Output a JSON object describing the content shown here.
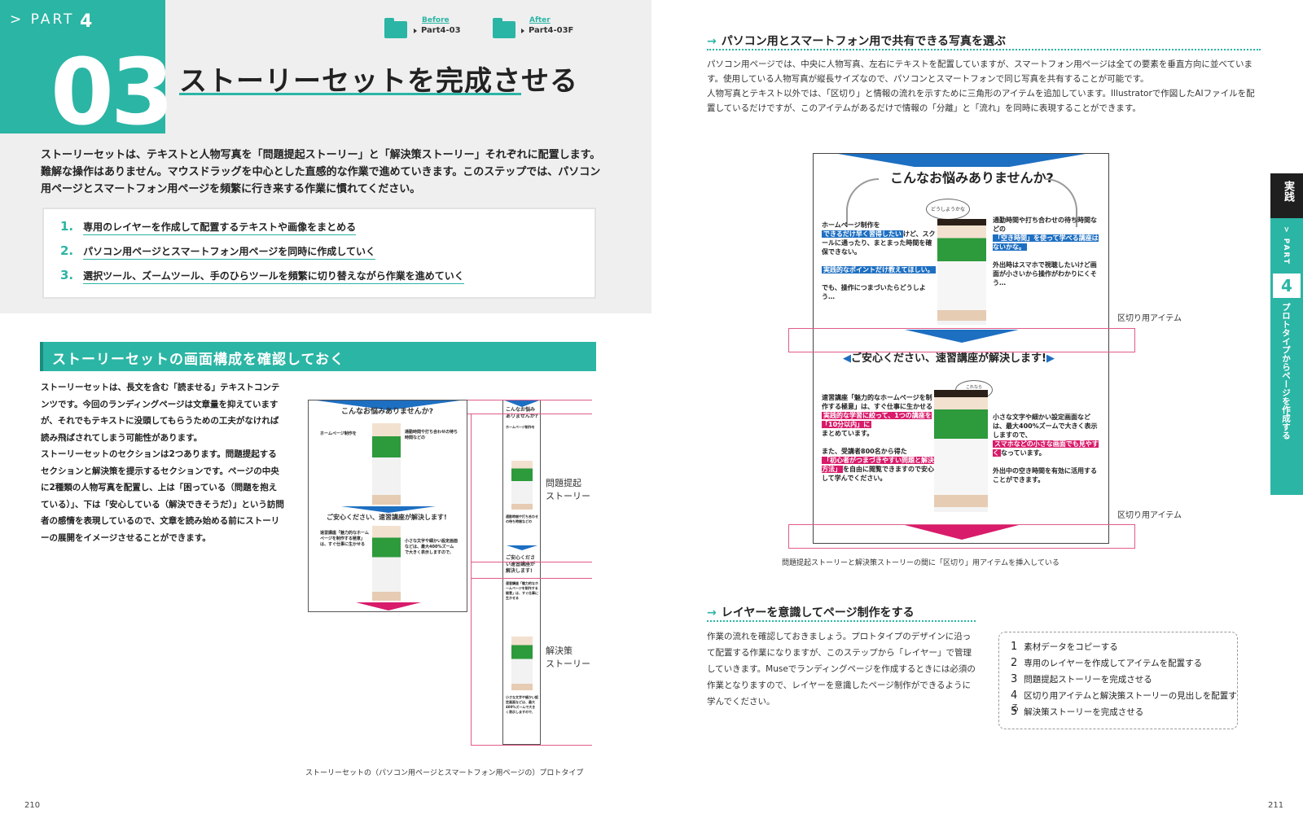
{
  "left_page": {
    "part_label": "> PART",
    "part_number": "4",
    "chapter_number": "03",
    "chapter_title": "ストーリーセットを完成させる",
    "before": {
      "tag": "Before",
      "file": "Part4-03"
    },
    "after": {
      "tag": "After",
      "file": "Part4-03F"
    },
    "intro": "ストーリーセットは、テキストと人物写真を「問題提起ストーリー」と「解決策ストーリー」それぞれに配置します。難解な操作はありません。マウスドラッグを中心とした直感的な作業で進めていきます。このステップでは、パソコン用ページとスマートフォン用ページを頻繁に行き来する作業に慣れてください。",
    "steps": [
      {
        "num": "1.",
        "text": "専用のレイヤーを作成して配置するテキストや画像をまとめる"
      },
      {
        "num": "2.",
        "text": "パソコン用ページとスマートフォン用ページを同時に作成していく"
      },
      {
        "num": "3.",
        "text": "選択ツール、ズームツール、手のひらツールを頻繁に切り替えながら作業を進めていく"
      }
    ],
    "section_heading": "ストーリーセットの画面構成を確認しておく",
    "body": "ストーリーセットは、長文を含む「読ませる」テキストコンテンツです。今回のランディングページは文章量を抑えていますが、それでもテキストに没頭してもらうための工夫がなければ読み飛ばされてしまう可能性があります。\nストーリーセットのセクションは2つあります。問題提起するセクションと解決策を提示するセクションです。ページの中央に2種類の人物写真を配置し、上は「困っている（問題を抱えている）」、下は「安心している（解決できそうだ）」という訪問者の感情を表現しているので、文章を読み始める前にストーリーの展開をイメージさせることができます。",
    "label_problem": "問題提起\nストーリー",
    "label_solution": "解決策\nストーリー",
    "caption": "ストーリーセットの（パソコン用ページとスマートフォン用ページの）プロトタイプ",
    "page_number": "210"
  },
  "mockup": {
    "headline1": "こんなお悩みありませんか?",
    "headline2": "ご安心ください、速習講座が解決します!",
    "bubble1": "どうしようかな",
    "bubble2": "これなら\n理解できそう!",
    "left_text1a": "ホームページ制作を",
    "left_text1_hl": "できるだけ早く習得したい",
    "left_text1b": "けど、スクールに通ったり、まとまった時間を確保できない。",
    "left_text2_hl": "実践的なポイントだけ教えてほしい。",
    "left_text3": "でも、操作につまづいたらどうしよう…",
    "right_text1": "通勤時間や打ち合わせの待ち時間などの",
    "right_text1_hl": "「空き時間」を使って学べる講座はないかな。",
    "right_text2": "外出時はスマホで視聴したいけど画面が小さいから操作がわかりにくそう…",
    "sol_left1": "速習講座「魅力的なホームページを制作する極意」は、すぐ仕事に生かせる",
    "sol_left1_hl": "実践的な学習に絞って、1つの講座を「10分以内」に",
    "sol_left1b": "まとめています。",
    "sol_left2": "また、受講者800名から得た",
    "sol_left2_hl": "「初心者がつまづきやすい問題と解決方法」",
    "sol_left2b": "を自由に閲覧できますので安心して学んでください。",
    "sol_right1": "小さな文字や細かい設定画面などは、最大400%ズームで大きく表示しますので、",
    "sol_right1_hl": "スマホなどの小さな画面でも見やすく",
    "sol_right1b": "なっています。",
    "sol_right2": "外出中の空き時間を有効に活用することができます。",
    "sp_headline1": "こんなお悩みありませんか?",
    "sp_headline2": "ご安心ください速習講座が解決します!"
  },
  "right_page": {
    "heading1": "パソコン用とスマートフォン用で共有できる写真を選ぶ",
    "body1": "パソコン用ページでは、中央に人物写真、左右にテキストを配置していますが、スマートフォン用ページは全ての要素を垂直方向に並べています。使用している人物写真が縦長サイズなので、パソコンとスマートフォンで同じ写真を共有することが可能です。\n人物写真とテキスト以外では、「区切り」と情報の流れを示すために三角形のアイテムを追加しています。Illustratorで作図したAIファイルを配置しているだけですが、このアイテムがあるだけで情報の「分離」と「流れ」を同時に表現することができます。",
    "divider_label1": "区切り用アイテム",
    "divider_label2": "区切り用アイテム",
    "figure_caption": "問題提起ストーリーと解決策ストーリーの間に「区切り」用アイテムを挿入している",
    "heading2": "レイヤーを意識してページ制作をする",
    "body2": "作業の流れを確認しておきましょう。プロトタイプのデザインに沿って配置する作業になりますが、このステップから「レイヤー」で管理していきます。Museでランディングページを作成するときには必須の作業となりますので、レイヤーを意識したページ制作ができるように学んでください。",
    "numbered": [
      {
        "num": "1",
        "text": "素材データをコピーする"
      },
      {
        "num": "2",
        "text": "専用のレイヤーを作成してアイテムを配置する"
      },
      {
        "num": "3",
        "text": "問題提起ストーリーを完成させる"
      },
      {
        "num": "4",
        "text": "区切り用アイテムと解決策ストーリーの見出しを配置する"
      },
      {
        "num": "5",
        "text": "解決策ストーリーを完成させる"
      }
    ],
    "side_tab_top": "実践",
    "side_tab_part": "> PART",
    "side_tab_num": "4",
    "side_tab_text": "プロトタイプからページを作成する",
    "page_number": "211"
  },
  "colors": {
    "accent": "#2bb5a5",
    "blue": "#1d6fc2",
    "pink": "#d81b6a"
  }
}
